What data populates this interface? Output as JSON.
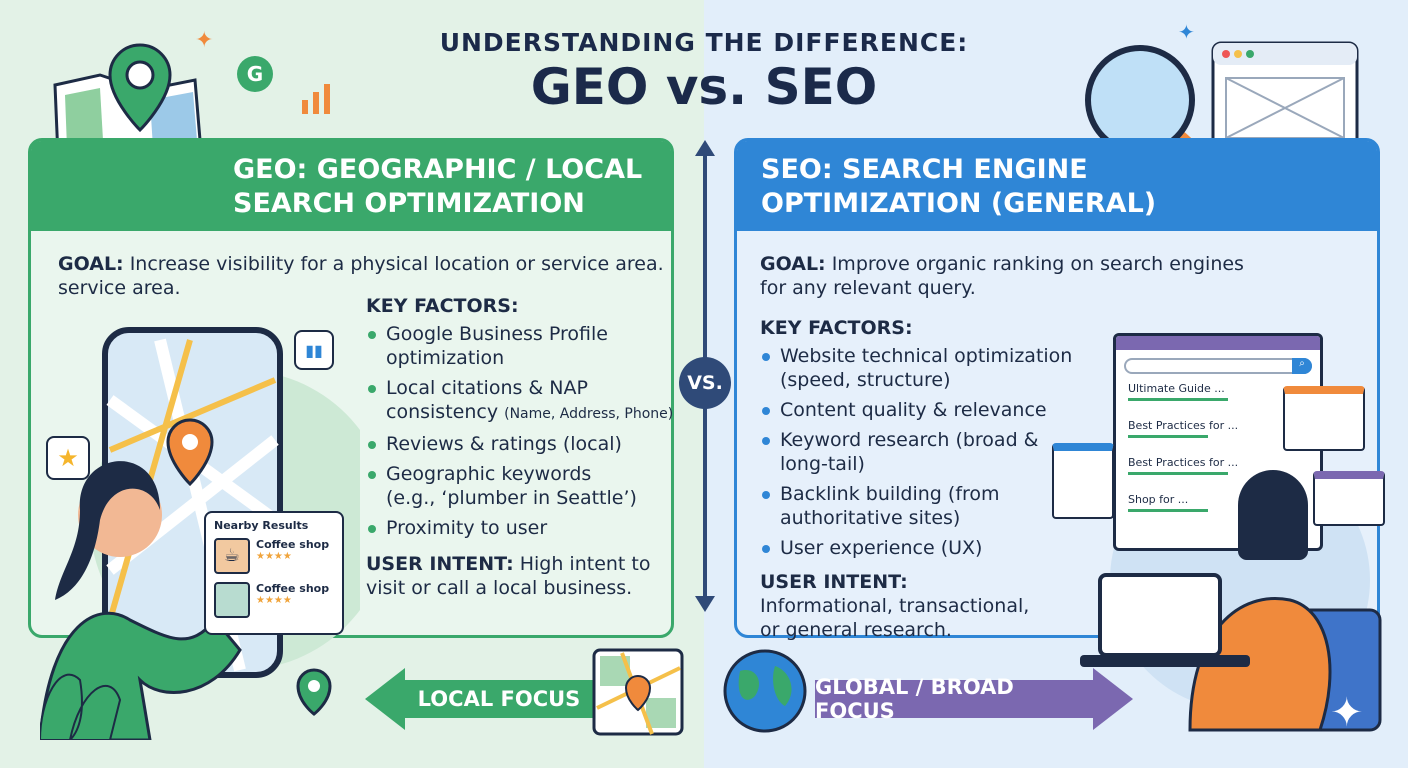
{
  "title": {
    "line1": "UNDERSTANDING THE DIFFERENCE:",
    "line2": "GEO vs. SEO"
  },
  "vs_label": "VS.",
  "geo": {
    "heading_line1": "GEO: GEOGRAPHIC / LOCAL",
    "heading_line2": "SEARCH OPTIMIZATION",
    "goal_label": "GOAL:",
    "goal_text": "Increase visibility for a physical location or service area.",
    "goal_extra": "service area.",
    "key_factors_label": "KEY FACTORS:",
    "factors": [
      {
        "main": "Google Business Profile optimization",
        "note": ""
      },
      {
        "main": "Local citations & NAP consistency",
        "note": "(Name, Address, Phone)"
      },
      {
        "main": "Reviews & ratings",
        "note": "(local)"
      },
      {
        "main": "Geographic keywords",
        "note": "(e.g., ‘plumber in Seattle’)"
      },
      {
        "main": "Proximity to user",
        "note": ""
      }
    ],
    "intent_label": "USER INTENT:",
    "intent_text": "High intent to visit or call a local business.",
    "nearby": {
      "title": "Nearby Results",
      "items": [
        "Coffee shop",
        "Coffee shop"
      ],
      "stars": "★★★★"
    },
    "focus_label": "LOCAL FOCUS",
    "color": "#3aa86b"
  },
  "seo": {
    "heading_line1": "SEO: SEARCH ENGINE",
    "heading_line2": "OPTIMIZATION (GENERAL)",
    "goal_label": "GOAL:",
    "goal_text": "Improve organic ranking on search engines for any relevant query.",
    "key_factors_label": "KEY FACTORS:",
    "factors": [
      {
        "main": "Website technical optimization",
        "note": "(speed, structure)"
      },
      {
        "main": "Content quality & relevance",
        "note": ""
      },
      {
        "main": "Keyword research",
        "note": "(broad & long-tail)"
      },
      {
        "main": "Backlink building",
        "note": "(from authoritative sites)"
      },
      {
        "main": "User experience",
        "note": "(UX)"
      }
    ],
    "intent_label": "USER INTENT:",
    "intent_text": "Informational, transactional,",
    "intent_text2": "or general research.",
    "results": [
      "Ultimate Guide ...",
      "Best Practices for ...",
      "Best Practices for ...",
      "Shop for ..."
    ],
    "focus_label": "GLOBAL / BROAD FOCUS",
    "color": "#2f86d6"
  },
  "icons": [
    "map-pin-icon",
    "google-g-icon",
    "bar-chart-icon",
    "magnifier-icon",
    "browser-window-icon",
    "star-icon",
    "globe-icon",
    "map-icon",
    "coffee-icon",
    "sparkle-icon"
  ]
}
